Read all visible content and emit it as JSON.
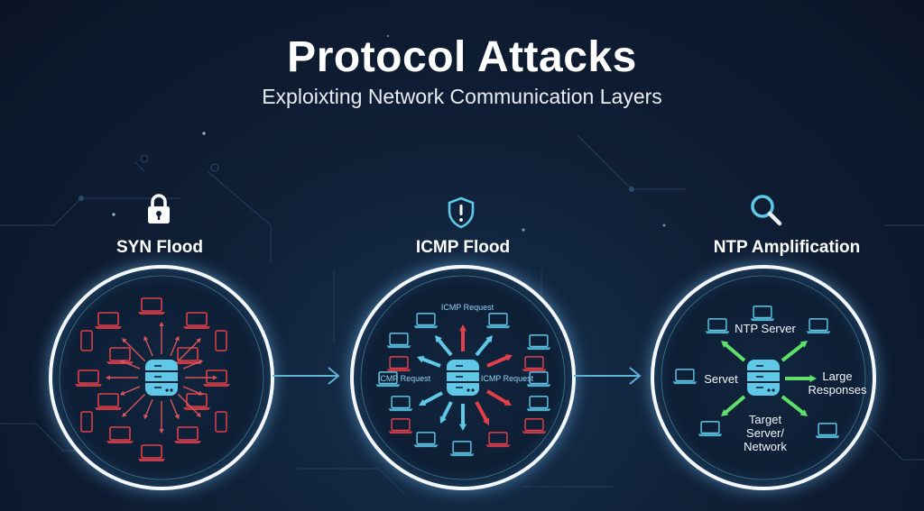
{
  "header": {
    "title": "Protocol Attacks",
    "subtitle": "Exploixting Network Communication Layers"
  },
  "colors": {
    "background": "#0f1f36",
    "accent_cyan": "#5ec8e6",
    "attack_red": "#e0404a",
    "amplify_green": "#5fe06a",
    "ring": "#f4f8fc"
  },
  "panels": [
    {
      "id": "syn",
      "label": "SYN Flood",
      "icon": "lock-icon"
    },
    {
      "id": "icmp",
      "label": "ICMP Flood",
      "icon": "shield-alert-icon",
      "labels": [
        "ICMP Request",
        "ICMP Request",
        "ICMP Request"
      ]
    },
    {
      "id": "ntp",
      "label": "NTP Amplification",
      "icon": "magnifier-icon",
      "labels": {
        "top": "NTP Server",
        "left": "Servet",
        "right": "Large Responses",
        "bottom": "Target Server/ Network"
      }
    }
  ],
  "connectors": [
    "arrow-right",
    "arrow-right"
  ]
}
